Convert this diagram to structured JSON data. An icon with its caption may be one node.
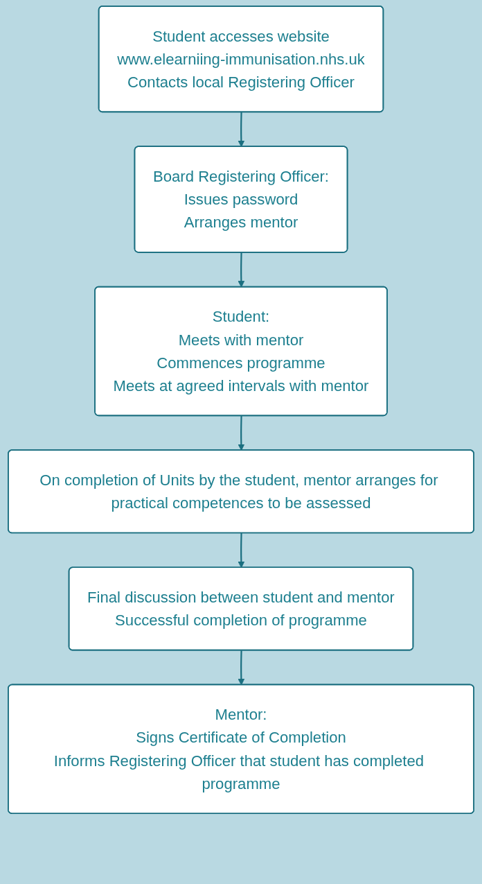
{
  "diagram": {
    "nodes": [
      {
        "text": [
          "Student accesses website",
          "www.elearniing-immunisation.nhs.uk",
          "Contacts local Registering Officer"
        ]
      },
      {
        "text": [
          "Board Registering Officer:",
          "Issues password",
          "Arranges mentor"
        ]
      },
      {
        "text": [
          "Student:",
          "Meets with mentor",
          "Commences programme",
          "Meets at agreed intervals with mentor"
        ]
      },
      {
        "text": [
          "On completion of Units by the student, mentor arranges for practical competences to be assessed"
        ]
      },
      {
        "text": [
          "Final discussion between student and mentor",
          "Successful completion of programme"
        ]
      },
      {
        "text": [
          "Mentor:",
          "Signs Certificate of Completion",
          "Informs Registering Officer that student has completed programme"
        ]
      }
    ],
    "edges": [
      {
        "from": 0,
        "to": 1,
        "arrow": "to"
      },
      {
        "from": 1,
        "to": 2,
        "arrow": "to"
      },
      {
        "from": 2,
        "to": 3,
        "arrow": "to"
      },
      {
        "from": 3,
        "to": 4,
        "arrow": "to"
      },
      {
        "from": 4,
        "to": 5,
        "arrow": "to"
      }
    ]
  }
}
